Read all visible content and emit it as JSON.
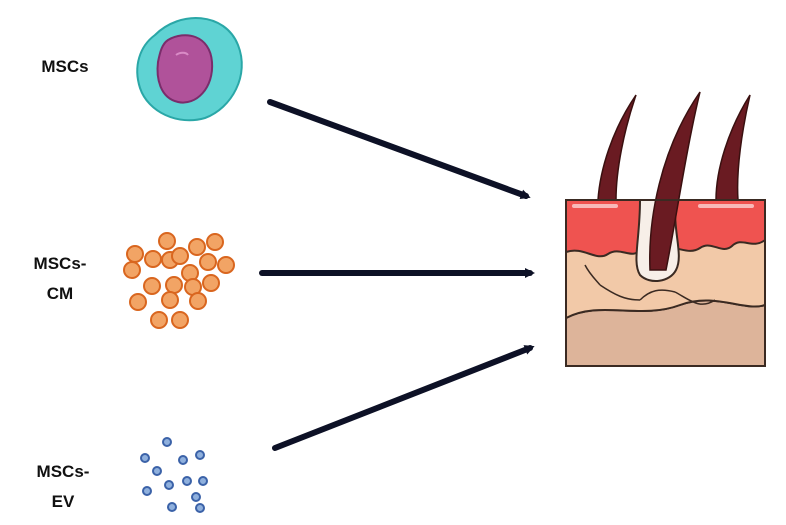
{
  "labels": {
    "mscs": "MSCs",
    "mscs_cm_line1": "MSCs-",
    "mscs_cm_line2": "CM",
    "mscs_ev_line1": "MSCs-",
    "mscs_ev_line2": "EV"
  },
  "icons": {
    "cell": "stem-cell-icon",
    "conditioned_medium": "orange-particles-icon",
    "vesicles": "blue-vesicles-icon",
    "target": "skin-hair-follicle-icon"
  },
  "colors": {
    "cell_cytoplasm": "#5fd3d3",
    "cell_nucleus": "#b0529a",
    "cm_particle_fill": "#f2a465",
    "cm_particle_stroke": "#d9661f",
    "ev_fill": "#8fb0dd",
    "ev_stroke": "#3b62a8",
    "arrow": "#0d1126",
    "epidermis": "#ef5350",
    "dermis": "#f2c9a8",
    "hypodermis": "#ddb49a",
    "hair": "#6a1b22"
  }
}
